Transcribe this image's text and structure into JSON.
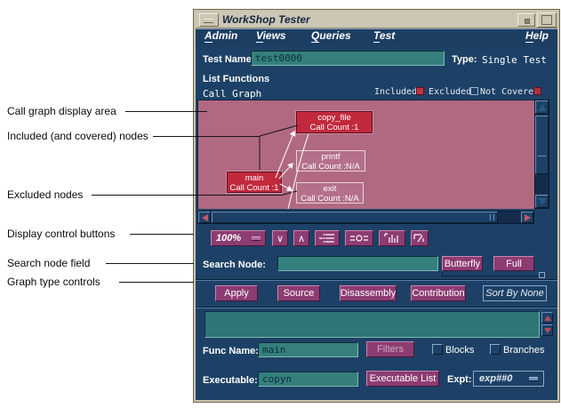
{
  "annotations": {
    "items": [
      {
        "label": "Call graph display area"
      },
      {
        "label": "Included (and covered) nodes"
      },
      {
        "label": "Excluded nodes"
      },
      {
        "label": "Display control buttons"
      },
      {
        "label": "Search node field"
      },
      {
        "label": "Graph type controls"
      }
    ]
  },
  "window": {
    "title": "WorkShop Tester",
    "menu": [
      {
        "m": "A",
        "rest": "dmin"
      },
      {
        "m": "V",
        "rest": "iews"
      },
      {
        "m": "Q",
        "rest": "ueries"
      },
      {
        "m": "T",
        "rest": "est"
      },
      {
        "m": "H",
        "rest": "elp"
      }
    ],
    "test_name_label": "Test Name:",
    "test_name_value": "test0000",
    "type_label": "Type:",
    "type_value": "Single Test",
    "list_functions_label": "List Functions",
    "call_graph_label": "Call Graph",
    "legend": [
      {
        "label": "Included",
        "color": "#c03446"
      },
      {
        "label": "Excluded",
        "color": "#1d4166"
      },
      {
        "label": "Not Covered",
        "color": "#c03446"
      }
    ],
    "graph": {
      "nodes": [
        {
          "name": "main",
          "count": "Call Count :1",
          "status": "included"
        },
        {
          "name": "copy_file",
          "count": "Call Count :1",
          "status": "included"
        },
        {
          "name": "printf",
          "count": "Call Count :N/A",
          "status": "excluded"
        },
        {
          "name": "exit",
          "count": "Call Count :N/A",
          "status": "excluded"
        }
      ]
    },
    "display_controls": {
      "zoom_value": "100%",
      "chevron_down": "∨",
      "chevron_up": "∧",
      "icon_buttons": [
        "chevron-down-icon",
        "chevron-up-icon",
        "expand-subtree-icon",
        "butterfly-view-icon",
        "call-depth-icon",
        "overview-icon"
      ]
    },
    "search_label": "Search Node:",
    "search_value": "",
    "butterfly_button": "Butterfly",
    "full_button": "Full",
    "apply_button": "Apply",
    "source_button": "Source",
    "disassembly_button": "Disassembly",
    "contribution_button": "Contribution",
    "sort_button": "Sort By None",
    "func_name_label": "Func Name:",
    "func_name_value": "main",
    "filters_button": "Filters",
    "blocks_label": "Blocks",
    "branches_label": "Branches",
    "executable_label": "Executable:",
    "executable_value": "copyn",
    "executable_list_button": "Executable List",
    "expt_label": "Expt:",
    "expt_value": "exp##0",
    "colors": {
      "window_bg": "#1d4166",
      "titlebar": "#ccc7b5",
      "graph_bg": "#b16981",
      "field_teal": "#35807d",
      "button_purple": "#8d3c72",
      "node_red": "#c2293d"
    }
  }
}
